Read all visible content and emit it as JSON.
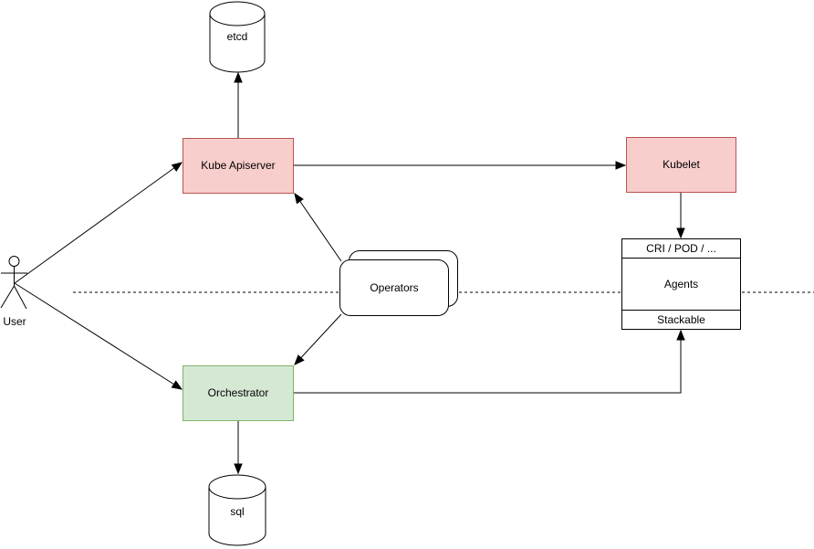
{
  "diagram": {
    "type": "architecture-flow",
    "nodes": {
      "etcd": {
        "label": "etcd",
        "shape": "cylinder"
      },
      "kube_apiserver": {
        "label": "Kube Apiserver",
        "shape": "rectangle",
        "fill": "#f8cecc"
      },
      "kubelet": {
        "label": "Kubelet",
        "shape": "rectangle",
        "fill": "#f8cecc"
      },
      "operators": {
        "label": "Operators",
        "shape": "stacked-rounded-rectangle"
      },
      "orchestrator": {
        "label": "Orchestrator",
        "shape": "rectangle",
        "fill": "#d5e8d4"
      },
      "sql": {
        "label": "sql",
        "shape": "cylinder"
      },
      "user": {
        "label": "User",
        "shape": "actor"
      },
      "agents_stack": {
        "header": "CRI / POD / ...",
        "body": "Agents",
        "footer": "Stackable",
        "shape": "partitioned-rectangle"
      }
    },
    "edges": [
      {
        "from": "User",
        "to": "Kube Apiserver",
        "style": "arrow"
      },
      {
        "from": "User",
        "to": "Orchestrator",
        "style": "arrow"
      },
      {
        "from": "Kube Apiserver",
        "to": "etcd",
        "style": "arrow"
      },
      {
        "from": "Kube Apiserver",
        "to": "Kubelet",
        "style": "arrow"
      },
      {
        "from": "Kubelet",
        "to": "CRI / POD / ...",
        "style": "arrow"
      },
      {
        "from": "Operators",
        "to": "Kube Apiserver",
        "style": "arrow"
      },
      {
        "from": "Operators",
        "to": "Orchestrator",
        "style": "arrow"
      },
      {
        "from": "Orchestrator",
        "to": "Stackable",
        "style": "arrow-elbow"
      },
      {
        "from": "Orchestrator",
        "to": "sql",
        "style": "arrow"
      }
    ],
    "separator": {
      "style": "dashed",
      "orientation": "horizontal"
    },
    "colors": {
      "pink_fill": "#f8cecc",
      "pink_border": "#b85450",
      "green_fill": "#d5e8d4",
      "green_border": "#82b366",
      "line": "#000000",
      "background": "#ffffff"
    }
  }
}
